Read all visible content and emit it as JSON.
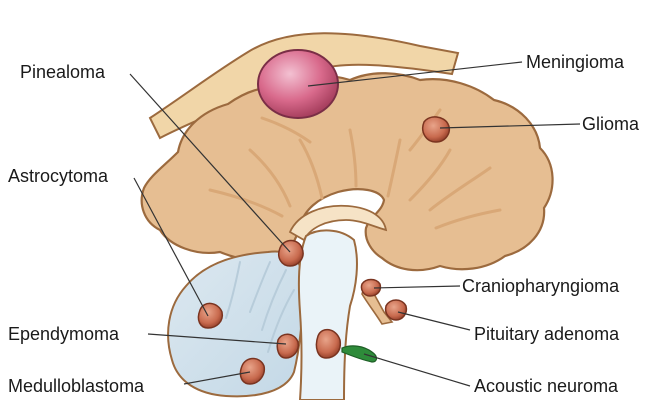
{
  "colors": {
    "brain": "#E6BE92",
    "brain_outline": "#9C6A3E",
    "gyri": "#D9A877",
    "skull": "#F1D6A8",
    "cerebellum": "#CFE0EC",
    "brainstem": "#EAF3F8",
    "tumor": "#C86A4E",
    "tumor_dark": "#8E3A25",
    "meningioma": "#D96A8C",
    "acoustic": "#2E8B3A"
  },
  "labels": {
    "pinealoma": "Pinealoma",
    "meningioma": "Meningioma",
    "glioma": "Glioma",
    "astrocytoma": "Astrocytoma",
    "craniopharyngioma": "Craniopharyngioma",
    "ependymoma": "Ependymoma",
    "pituitary_adenoma": "Pituitary adenoma",
    "medulloblastoma": "Medulloblastoma",
    "acoustic_neuroma": "Acoustic neuroma"
  }
}
